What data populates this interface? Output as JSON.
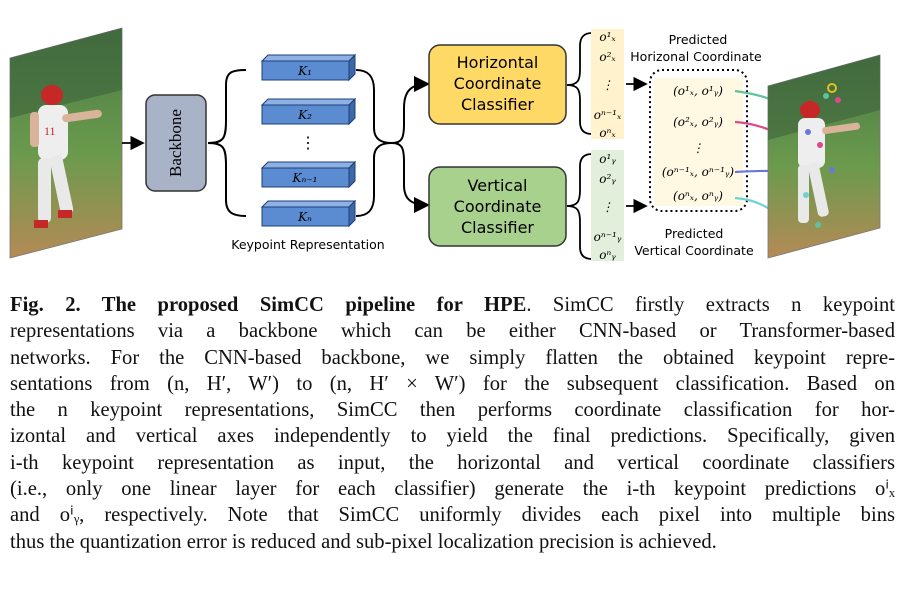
{
  "figure": {
    "backbone_label": "Backbone",
    "keypoint_labels": [
      "K₁",
      "K₂",
      "⋮",
      "Kₙ₋₁",
      "Kₙ"
    ],
    "keypoint_caption": "Keypoint Representation",
    "horizontal_classifier": [
      "Horizontal",
      "Coordinate",
      "Classifier"
    ],
    "vertical_classifier": [
      "Vertical",
      "Coordinate",
      "Classifier"
    ],
    "horizontal_outputs": [
      "o¹ₓ",
      "o²ₓ",
      "⋮",
      "oⁿ⁻¹ₓ",
      "oⁿₓ"
    ],
    "vertical_outputs": [
      "o¹ᵧ",
      "o²ᵧ",
      "⋮",
      "oⁿ⁻¹ᵧ",
      "oⁿᵧ"
    ],
    "predicted_pairs": [
      "(o¹ₓ, o¹ᵧ)",
      "(o²ₓ, o²ᵧ)",
      "⋮",
      "(oⁿ⁻¹ₓ, oⁿ⁻¹ᵧ)",
      "(oⁿₓ, oⁿᵧ)"
    ],
    "pred_h_label": [
      "Predicted",
      "Horizonal Coordinate"
    ],
    "pred_v_label": [
      "Predicted",
      "Vertical Coordinate"
    ],
    "colors": {
      "backbone": "#a8b3c8",
      "keypoint": "#5b8bd0",
      "horizontal": "#ffd966",
      "vertical": "#a9d18e",
      "h_output_bg": "#fff2cc",
      "v_output_bg": "#e2efda",
      "line_green": "#5fc2a0",
      "line_pink": "#e0478a",
      "line_blue": "#6a78d8",
      "line_cyan": "#6ed3d0"
    }
  },
  "caption": {
    "lines": [
      [
        "Fig. 2. The proposed SimCC pipeline for HPE",
        ". SimCC firstly extracts n keypoint"
      ],
      [
        "",
        "representations via a backbone which can be either CNN-based or Transformer-based"
      ],
      [
        "",
        "networks. For the CNN-based backbone, we simply flatten the obtained keypoint repre-"
      ],
      [
        "",
        "sentations from (n, H′, W′) to (n, H′ × W′) for the subsequent classification. Based on"
      ],
      [
        "",
        "the n keypoint representations, SimCC then performs coordinate classification for hor-"
      ],
      [
        "",
        "izontal and vertical axes independently to yield the final predictions. Specifically, given"
      ],
      [
        "",
        "i-th keypoint representation as input, the horizontal and vertical coordinate classifiers"
      ],
      [
        "",
        "(i.e., only one linear layer for each classifier) generate the i-th keypoint predictions oⁱₓ"
      ],
      [
        "",
        "and oⁱᵧ, respectively. Note that SimCC uniformly divides each pixel into multiple bins"
      ],
      [
        "",
        "thus the quantization error is reduced and sub-pixel localization precision is achieved."
      ]
    ]
  }
}
